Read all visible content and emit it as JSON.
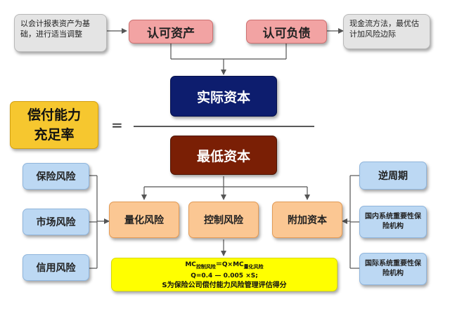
{
  "notes": {
    "left": "以会计报表资产为基础，进行适当调整",
    "right": "现金流方法，最优估计加风险边际"
  },
  "top": {
    "recognized_assets": "认可资产",
    "recognized_liabilities": "认可负债"
  },
  "actual_capital": "实际资本",
  "min_capital": "最低资本",
  "ratio": {
    "line1": "偿付能力",
    "line2": "充足率",
    "equals": "="
  },
  "components": {
    "quantified_risk": "量化风险",
    "control_risk": "控制风险",
    "additional_capital": "附加资本"
  },
  "risks": [
    "保险风险",
    "市场风险",
    "信用风险"
  ],
  "additional": [
    "逆周期",
    "国内系统重要性保险机构",
    "国际系统重要性保险机构"
  ],
  "formula": {
    "mc": "MC",
    "sub_control": "控制风险",
    "eq": "＝Q×MC",
    "sub_quant": "量化风险",
    "line2": "Q=0.4 — 0.005 ×S;",
    "line3": "S为保险公司偿付能力风险管理评估得分"
  }
}
